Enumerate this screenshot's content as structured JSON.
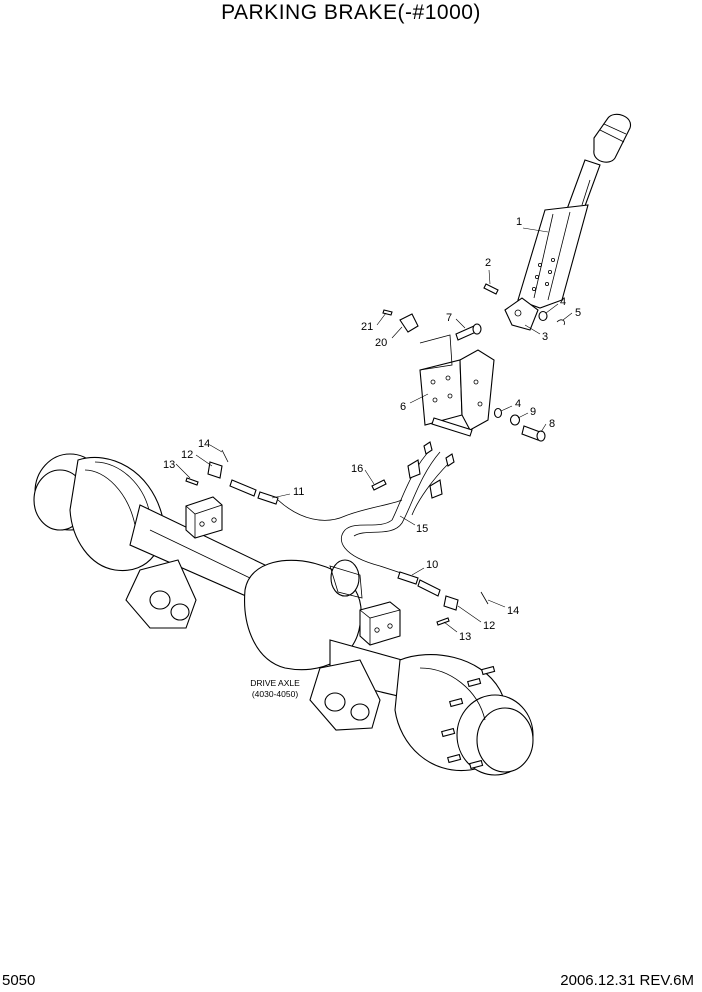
{
  "title": "PARKING BRAKE(-#1000)",
  "footer": {
    "page": "5050",
    "revision": "2006.12.31 REV.6M"
  },
  "axle_label": {
    "line1": "DRIVE AXLE",
    "line2": "(4030-4050)"
  },
  "callouts": {
    "c1": "1",
    "c2": "2",
    "c3": "3",
    "c4a": "4",
    "c5": "5",
    "c6": "6",
    "c7": "7",
    "c21": "21",
    "c20": "20",
    "c4b": "4",
    "c9": "9",
    "c8": "8",
    "c14a": "14",
    "c12a": "12",
    "c13a": "13",
    "c11": "11",
    "c16": "16",
    "c15": "15",
    "c10": "10",
    "c14b": "14",
    "c12b": "12",
    "c13b": "13"
  }
}
